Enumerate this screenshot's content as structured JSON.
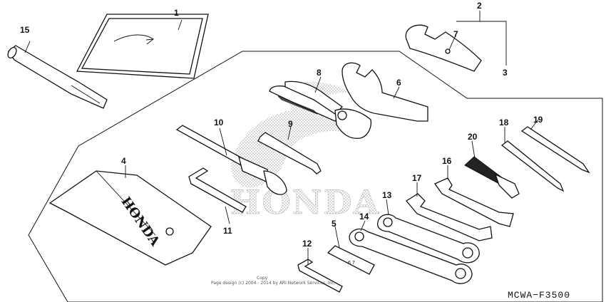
{
  "diagram": {
    "code": "MCWA−F3500",
    "watermark_brand": "HONDA",
    "copyright_line1": "Copy",
    "copyright_line2": "Page design (c) 2004 - 2014 by ARI Network Services, Inc.",
    "callouts": {
      "c1": "1",
      "c2": "2",
      "c3": "3",
      "c4": "4",
      "c5": "5",
      "c6": "6",
      "c7": "7",
      "c8": "8",
      "c9": "9",
      "c10": "10",
      "c11": "11",
      "c12": "12",
      "c13": "13",
      "c14": "14",
      "c15": "15",
      "c16": "16",
      "c17": "17",
      "c18": "18",
      "c19": "19",
      "c20": "20"
    },
    "inline_text": {
      "bag_print": "HONDA",
      "plate_print": "6 7"
    }
  }
}
